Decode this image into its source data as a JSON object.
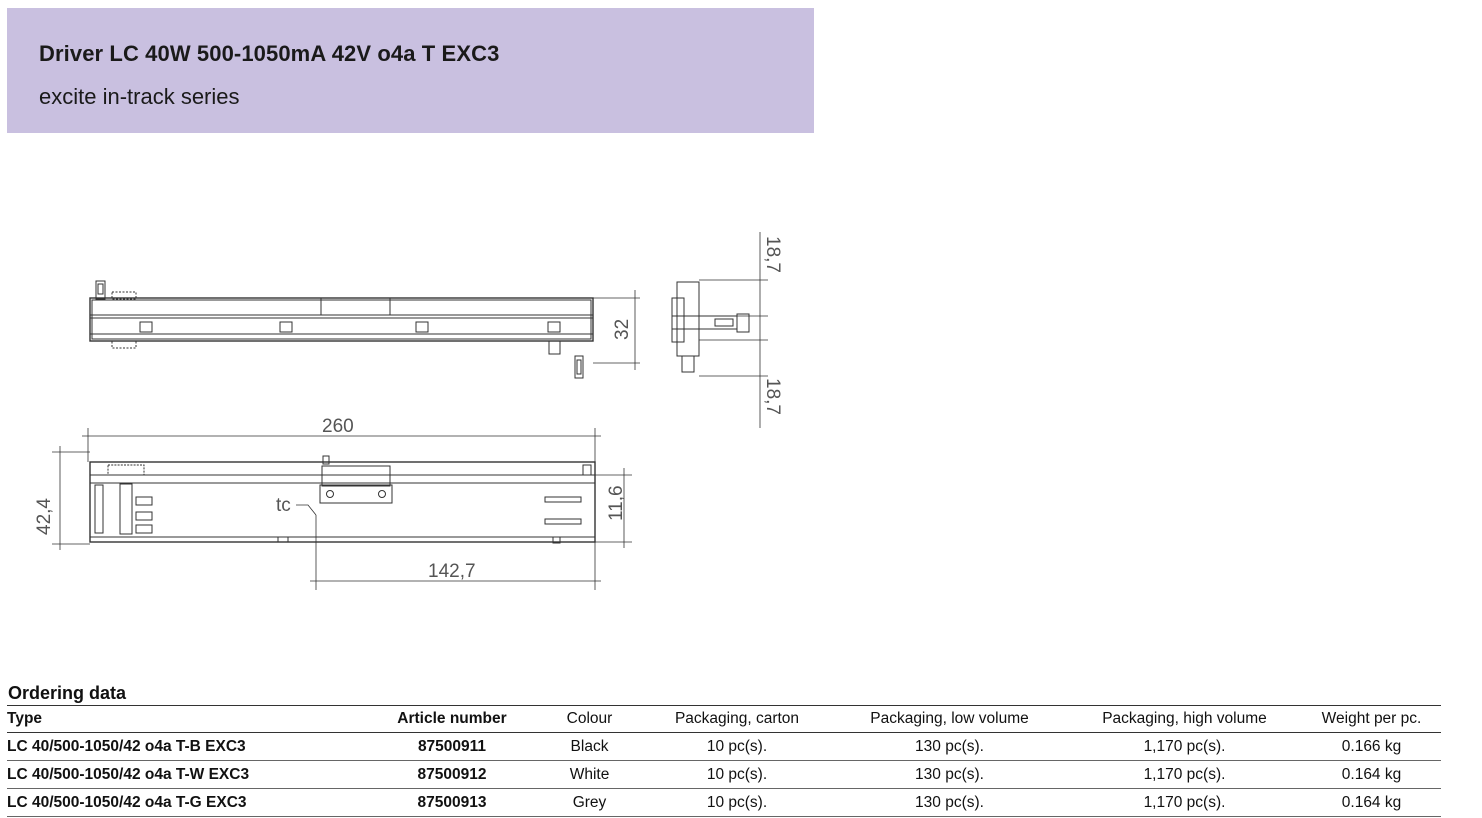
{
  "header": {
    "title": "Driver LC 40W 500-1050mA 42V o4a T EXC3",
    "subtitle": "excite in-track series"
  },
  "drawing": {
    "dims": {
      "length": "260",
      "height_front": "32",
      "height_side": "42,4",
      "depth_right": "11,6",
      "tc_offset": "142,7",
      "end_top": "18,7",
      "end_bottom": "18,7",
      "tc_label": "tc"
    }
  },
  "ordering": {
    "title": "Ordering data",
    "columns": [
      "Type",
      "Article number",
      "Colour",
      "Packaging, carton",
      "Packaging, low volume",
      "Packaging, high volume",
      "Weight per pc."
    ],
    "rows": [
      {
        "type": "LC 40/500-1050/42 o4a T-B EXC3",
        "article": "87500911",
        "colour": "Black",
        "carton": "10 pc(s).",
        "low": "130 pc(s).",
        "high": "1,170 pc(s).",
        "weight": "0.166 kg"
      },
      {
        "type": "LC 40/500-1050/42 o4a T-W EXC3",
        "article": "87500912",
        "colour": "White",
        "carton": "10 pc(s).",
        "low": "130 pc(s).",
        "high": "1,170 pc(s).",
        "weight": "0.164 kg"
      },
      {
        "type": "LC 40/500-1050/42 o4a T-G EXC3",
        "article": "87500913",
        "colour": "Grey",
        "carton": "10 pc(s).",
        "low": "130 pc(s).",
        "high": "1,170 pc(s).",
        "weight": "0.164 kg"
      }
    ]
  }
}
